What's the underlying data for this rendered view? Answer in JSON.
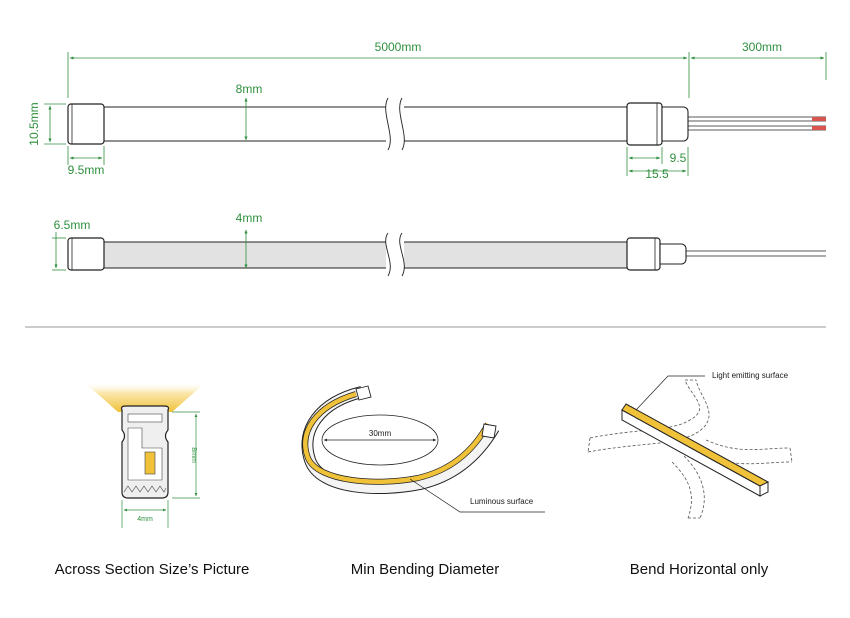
{
  "top_view": {
    "total_length": "5000mm",
    "lead_length": "300mm",
    "strip_width": "8mm",
    "end_cap_height": "10.5mm",
    "end_cap_width": "9.5mm",
    "connector_small": "9.5",
    "connector_total": "15.5"
  },
  "side_view": {
    "end_cap_height": "6.5mm",
    "strip_height": "4mm"
  },
  "cross_section": {
    "height_label": "8mm",
    "width_label": "4mm",
    "caption": "Across Section Size’s Picture"
  },
  "bending": {
    "diameter_label": "30mm",
    "surface_label": "Luminous surface",
    "caption": "Min Bending Diameter"
  },
  "horizontal": {
    "surface_label": "Light emitting surface",
    "caption": "Bend Horizontal only"
  },
  "colors": {
    "dimension": "#2f8f3e",
    "led_glow": "#f0c23a",
    "strip_gray": "#e2e2e2",
    "outline": "#222222"
  }
}
